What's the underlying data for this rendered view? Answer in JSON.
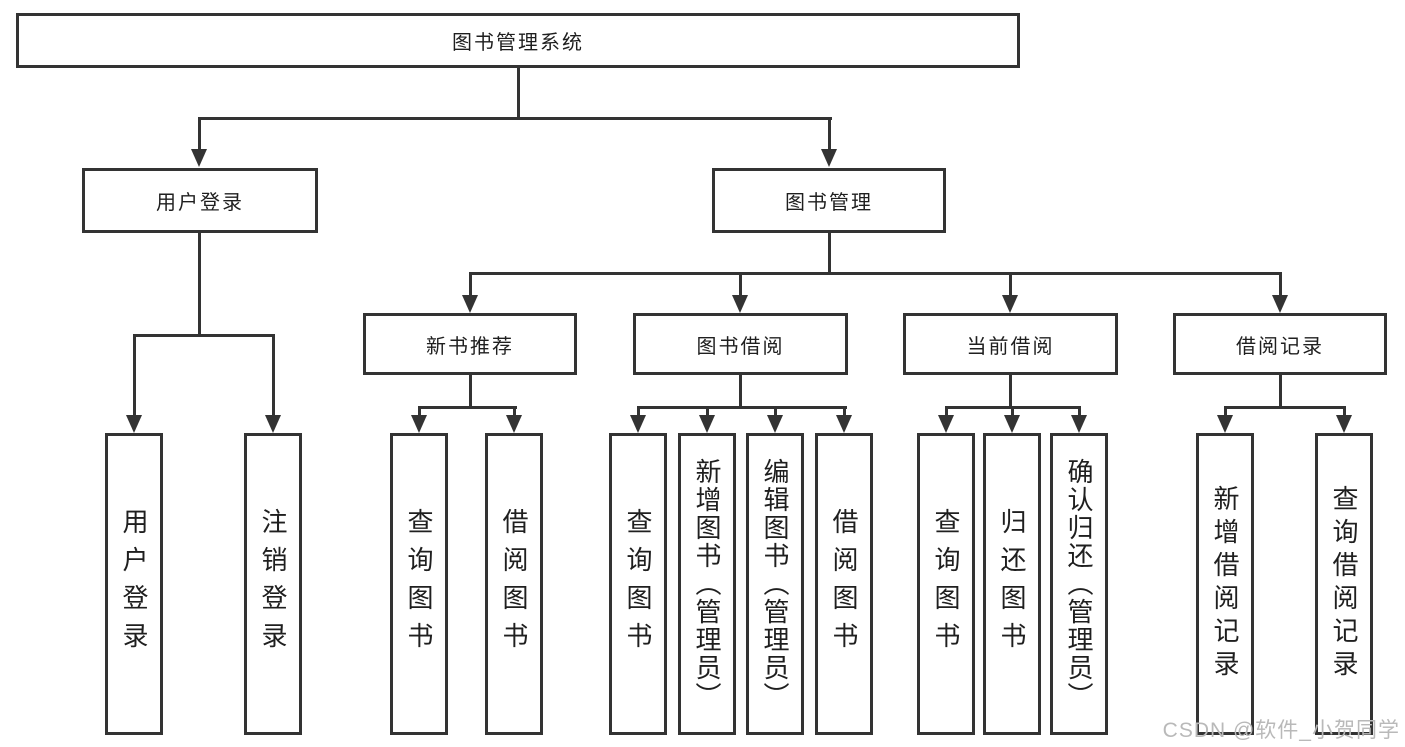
{
  "diagram": {
    "title": "图书管理系统",
    "root": {
      "label": "图书管理系统"
    },
    "level2": [
      {
        "label": "用户登录"
      },
      {
        "label": "图书管理"
      }
    ],
    "level3": [
      {
        "label": "新书推荐"
      },
      {
        "label": "图书借阅"
      },
      {
        "label": "当前借阅"
      },
      {
        "label": "借阅记录"
      }
    ],
    "leaves": {
      "user_login": [
        {
          "label": "用户登录"
        },
        {
          "label": "注销登录"
        }
      ],
      "new_books": [
        {
          "label": "查询图书"
        },
        {
          "label": "借阅图书"
        }
      ],
      "book_borrow": [
        {
          "label": "查询图书"
        },
        {
          "label": "新增图书（管理员）"
        },
        {
          "label": "编辑图书（管理员）"
        },
        {
          "label": "借阅图书"
        }
      ],
      "current_borrow": [
        {
          "label": "查询图书"
        },
        {
          "label": "归还图书"
        },
        {
          "label": "确认归还（管理员）"
        }
      ],
      "borrow_records": [
        {
          "label": "新增借阅记录"
        },
        {
          "label": "查询借阅记录"
        }
      ]
    }
  },
  "watermark": {
    "text": "CSDN @软件_小贺同学"
  },
  "colors": {
    "line": "#333333",
    "text": "#1f1f1f",
    "watermark": "#b9b9b9",
    "background": "#ffffff"
  }
}
